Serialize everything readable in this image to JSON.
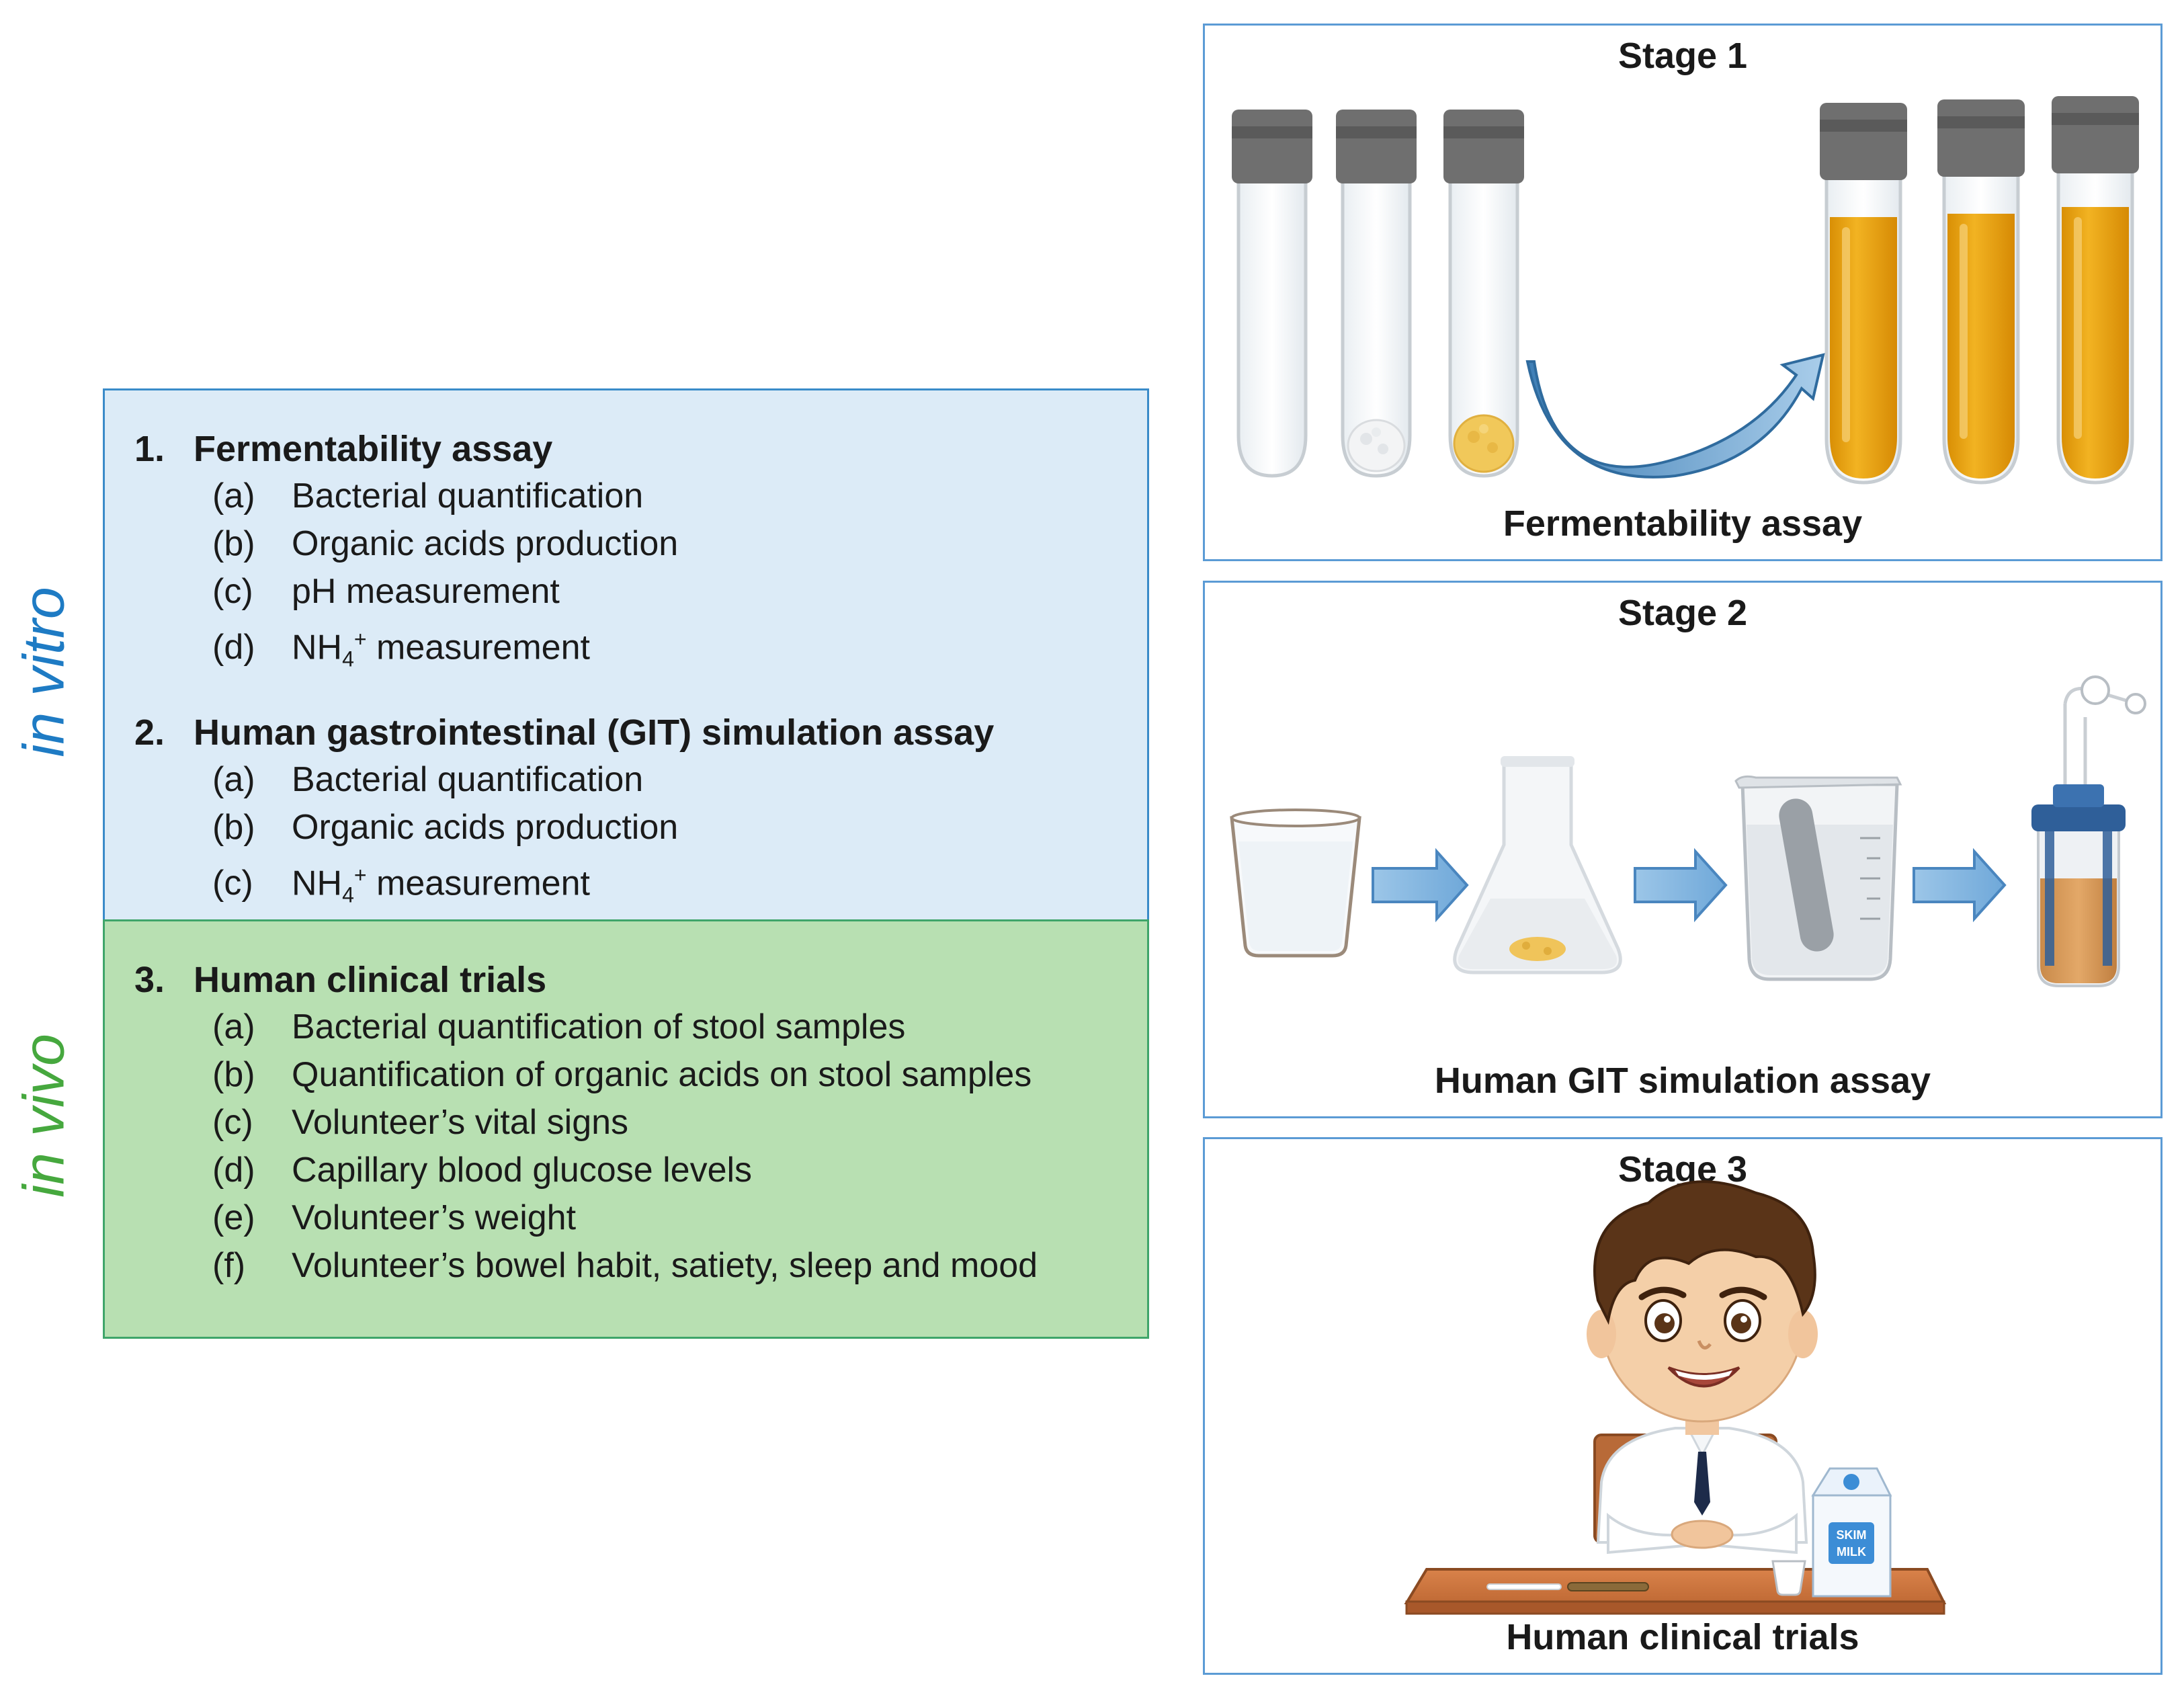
{
  "side_labels": {
    "in_vitro": "in vitro",
    "in_vivo": "in vivo"
  },
  "in_vitro": {
    "sections": [
      {
        "number": "1.",
        "title": "Fermentability assay",
        "items": [
          {
            "label": "(a)",
            "text": "Bacterial quantification"
          },
          {
            "label": "(b)",
            "text": "Organic acids production"
          },
          {
            "label": "(c)",
            "text": "pH measurement"
          },
          {
            "label": "(d)",
            "text_prefix": "NH",
            "sub": "4",
            "sup": "+",
            "text_suffix": " measurement"
          }
        ]
      },
      {
        "number": "2.",
        "title": "Human gastrointestinal (GIT) simulation assay",
        "items": [
          {
            "label": "(a)",
            "text": "Bacterial quantification"
          },
          {
            "label": "(b)",
            "text": "Organic acids production"
          },
          {
            "label": "(c)",
            "text_prefix": "NH",
            "sub": "4",
            "sup": "+",
            "text_suffix": " measurement"
          }
        ]
      }
    ]
  },
  "in_vivo": {
    "sections": [
      {
        "number": "3.",
        "title": "Human clinical trials",
        "items": [
          {
            "label": "(a)",
            "text": "Bacterial quantification of stool samples"
          },
          {
            "label": "(b)",
            "text": "Quantification of organic acids on stool samples"
          },
          {
            "label": "(c)",
            "text": "Volunteer’s vital signs"
          },
          {
            "label": "(d)",
            "text": "Capillary blood glucose levels"
          },
          {
            "label": "(e)",
            "text": "Volunteer’s weight"
          },
          {
            "label": "(f)",
            "text": "Volunteer’s bowel habit, satiety, sleep and mood"
          }
        ]
      }
    ]
  },
  "stages": [
    {
      "title": "Stage 1",
      "caption": "Fermentability assay"
    },
    {
      "title": "Stage 2",
      "caption": "Human GIT simulation assay"
    },
    {
      "title": "Stage 3",
      "caption": "Human clinical trials"
    }
  ],
  "milk_carton": {
    "line1": "SKIM",
    "line2": "MILK"
  },
  "colors": {
    "in_vitro_text": "#1e7bc4",
    "in_vivo_text": "#46a83e",
    "in_vitro_box": "#dcebf7",
    "in_vivo_box": "#b8e0b2",
    "panel_border": "#5b9bd5",
    "fermented_liquid": "#e8a20c"
  }
}
